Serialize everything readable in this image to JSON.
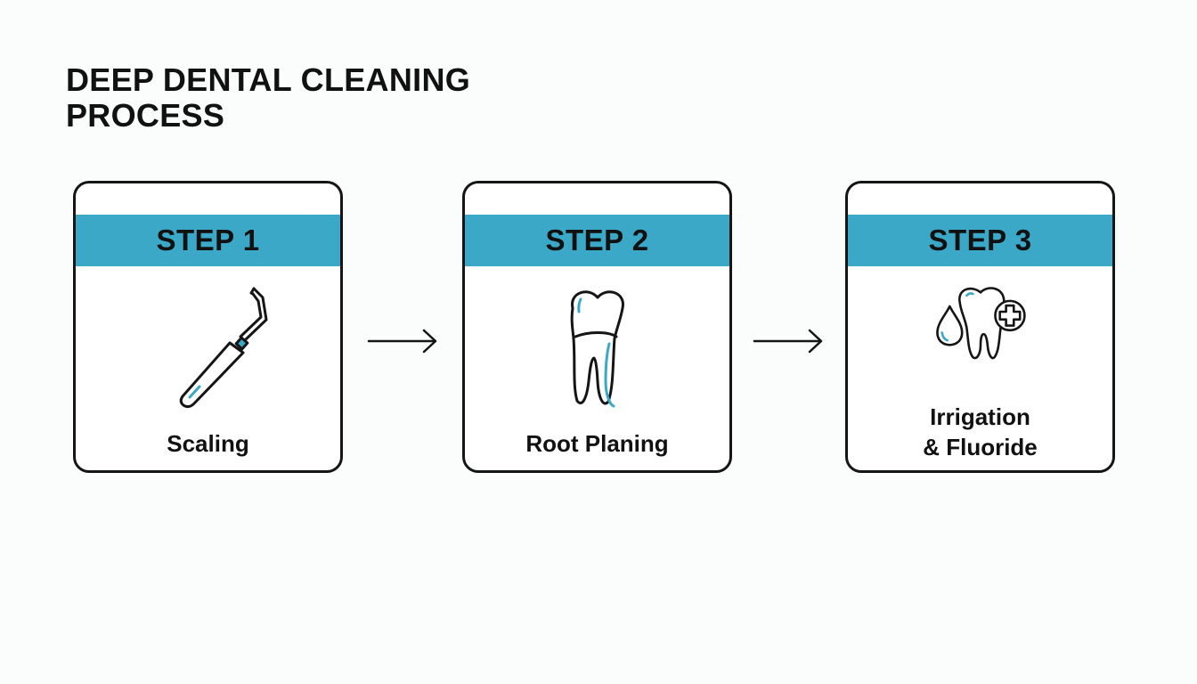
{
  "title": "DEEP DENTAL CLEANING PROCESS",
  "colors": {
    "accent": "#3aa8c6",
    "outline": "#151515",
    "background": "#fbfcfc"
  },
  "steps": [
    {
      "header": "STEP 1",
      "label": "Scaling",
      "icon": "dental-scaler-icon"
    },
    {
      "header": "STEP 2",
      "label": "Root Planing",
      "icon": "tooth-root-icon"
    },
    {
      "header": "STEP 3",
      "label_lines": [
        "Irrigation",
        "& Fluoride"
      ],
      "icon": "tooth-droplet-plus-icon"
    }
  ],
  "connectors": [
    "arrow-right-icon",
    "arrow-right-icon"
  ]
}
